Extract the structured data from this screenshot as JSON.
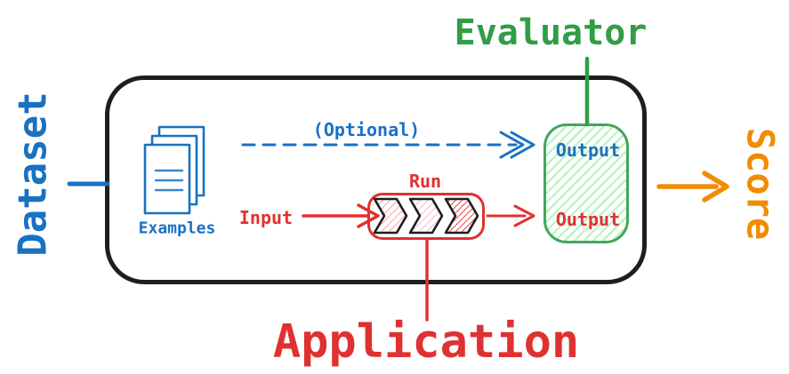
{
  "diagram": {
    "outer_labels": {
      "dataset": "Dataset",
      "evaluator": "Evaluator",
      "score": "Score",
      "application": "Application"
    },
    "inner_labels": {
      "examples": "Examples",
      "optional": "(Optional)",
      "input": "Input",
      "run": "Run",
      "evaluator_output": "Output",
      "application_output": "Output"
    },
    "colors": {
      "blue": "#1971c2",
      "red": "#e03131",
      "green": "#2f9e44",
      "green_box_border": "#44a65f",
      "green_box_hatch": "#b2f2bb",
      "orange": "#f08c00",
      "black": "#1e1e1e"
    }
  }
}
